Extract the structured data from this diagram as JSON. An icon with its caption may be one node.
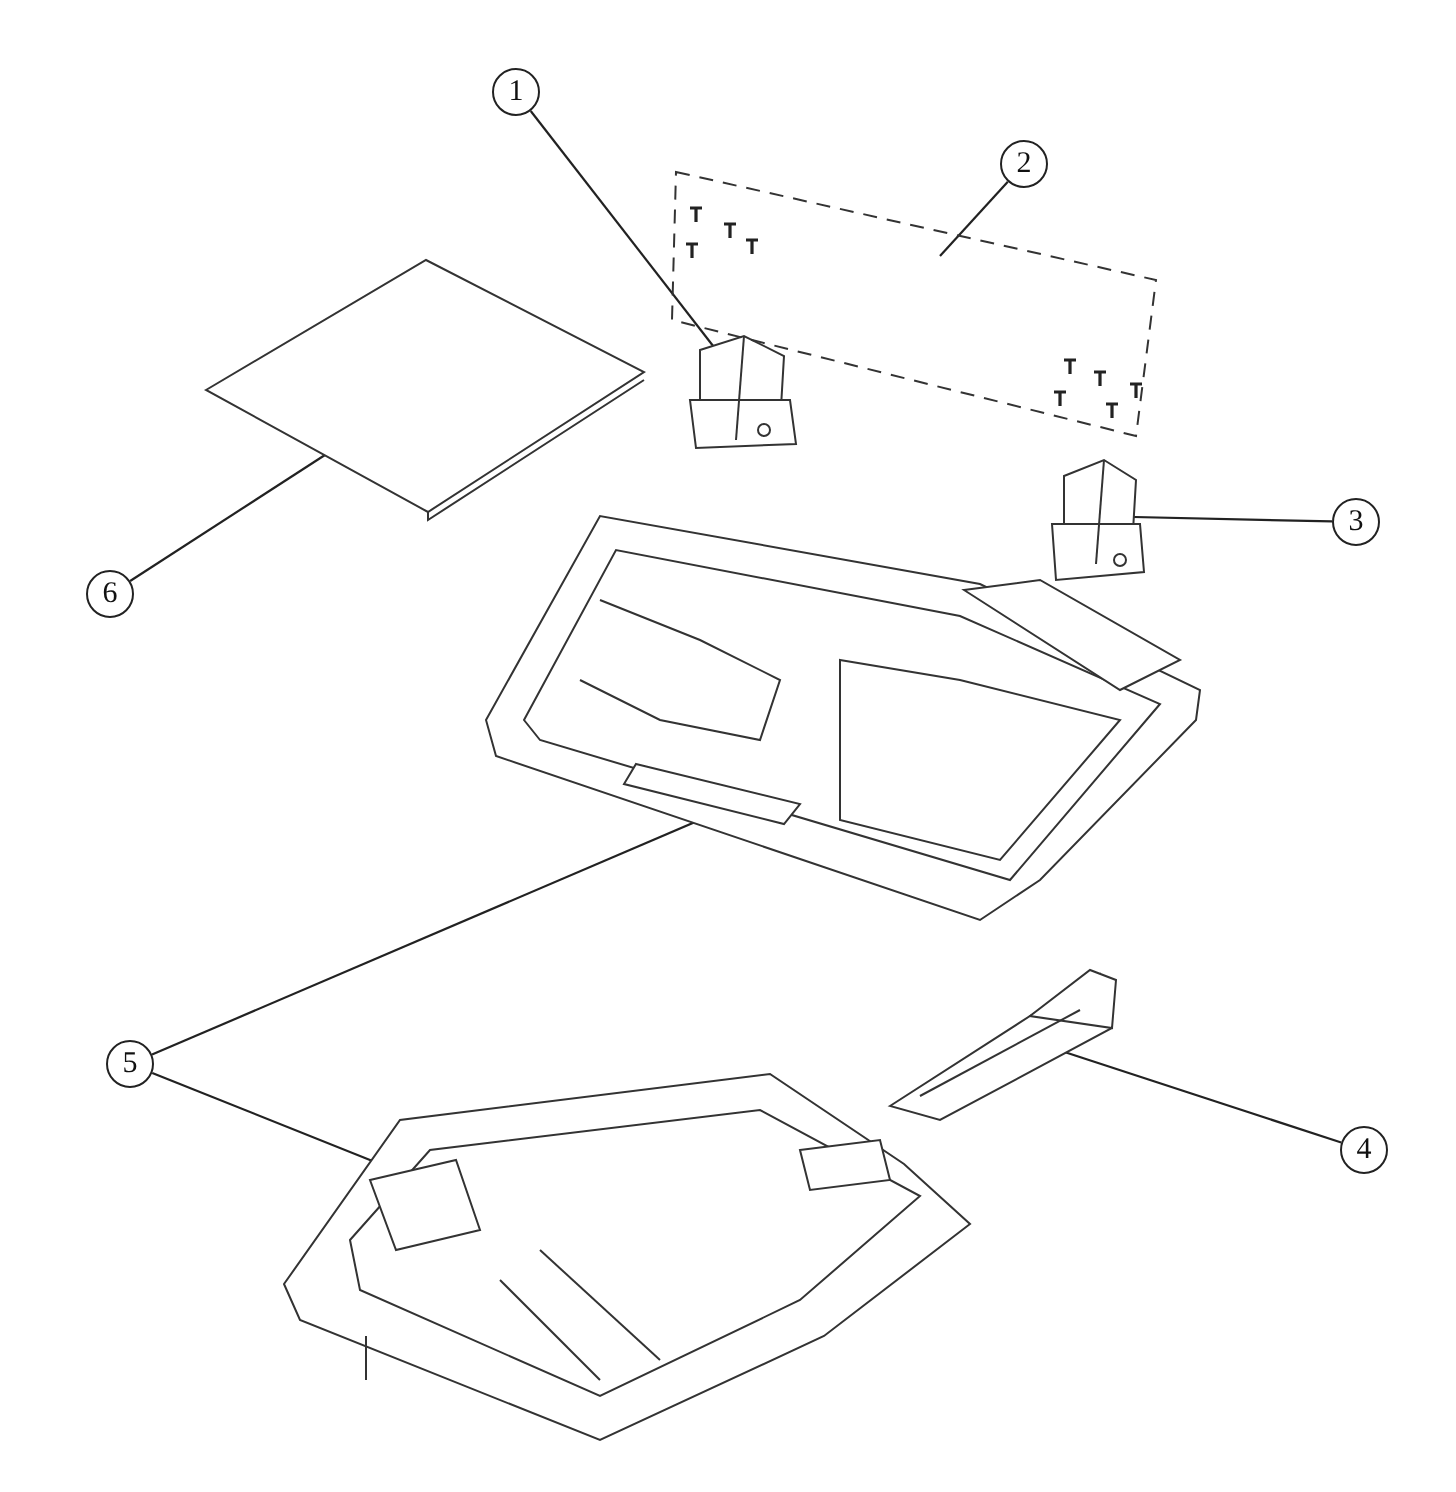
{
  "diagram": {
    "nodes": [
      {
        "text": [
          "1"
        ]
      },
      {
        "text": [
          "2"
        ]
      },
      {
        "text": [
          "6"
        ]
      },
      {
        "text": [
          "3"
        ]
      },
      {
        "text": [
          "5"
        ]
      },
      {
        "text": [
          "4"
        ]
      },
      {
        "text": [],
        "shape": "picture"
      },
      {
        "text": [],
        "shape": "picture"
      },
      {
        "text": [],
        "shape": "picture"
      },
      {
        "text": [],
        "shape": "picture"
      },
      {
        "text": [],
        "shape": "picture"
      },
      {
        "text": [],
        "shape": "picture"
      },
      {
        "text": [],
        "shape": "picture"
      }
    ],
    "edges": [
      {
        "from": 0,
        "to": 6,
        "arrow": "none"
      },
      {
        "from": 1,
        "to": 7,
        "arrow": "none"
      },
      {
        "from": 2,
        "to": 8,
        "arrow": "none"
      },
      {
        "from": 3,
        "to": 9,
        "arrow": "none"
      },
      {
        "from": 4,
        "to": 10,
        "arrow": "none"
      },
      {
        "from": 4,
        "to": 12,
        "arrow": "none"
      },
      {
        "from": 5,
        "to": 11,
        "arrow": "none"
      }
    ]
  }
}
